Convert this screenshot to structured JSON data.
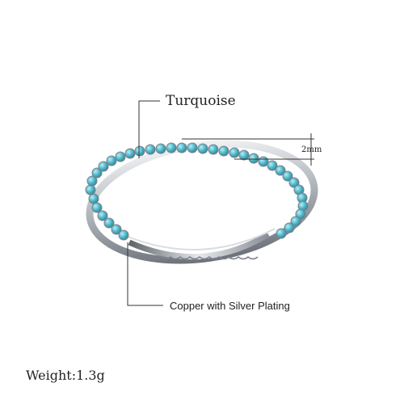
{
  "product": {
    "stone_label": "Turquoise",
    "width_label": "2mm",
    "material_label": "Copper with Silver Plating",
    "weight_label": "Weight:1.3g"
  },
  "colors": {
    "stone": "#4fb6c9",
    "stone_highlight": "#9fe0ec",
    "metal": "#c9cdd2",
    "metal_dark": "#7c8189",
    "line": "#333333"
  },
  "icons": {
    "ring": "ring-icon"
  }
}
